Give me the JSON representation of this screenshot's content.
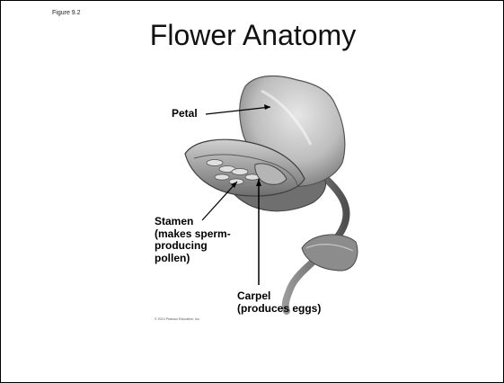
{
  "slide": {
    "figure_label": "Figure 9.2",
    "title": "Flower Anatomy",
    "credit": "© 2013 Pearson Education, Inc."
  },
  "labels": {
    "petal": "Petal",
    "stamen": [
      "Stamen",
      "(makes sperm-",
      "producing",
      "pollen)"
    ],
    "carpel": [
      "Carpel",
      "(produces eggs)"
    ]
  },
  "colors": {
    "background": "#ffffff",
    "text": "#000000",
    "illustration": "grayscale"
  }
}
